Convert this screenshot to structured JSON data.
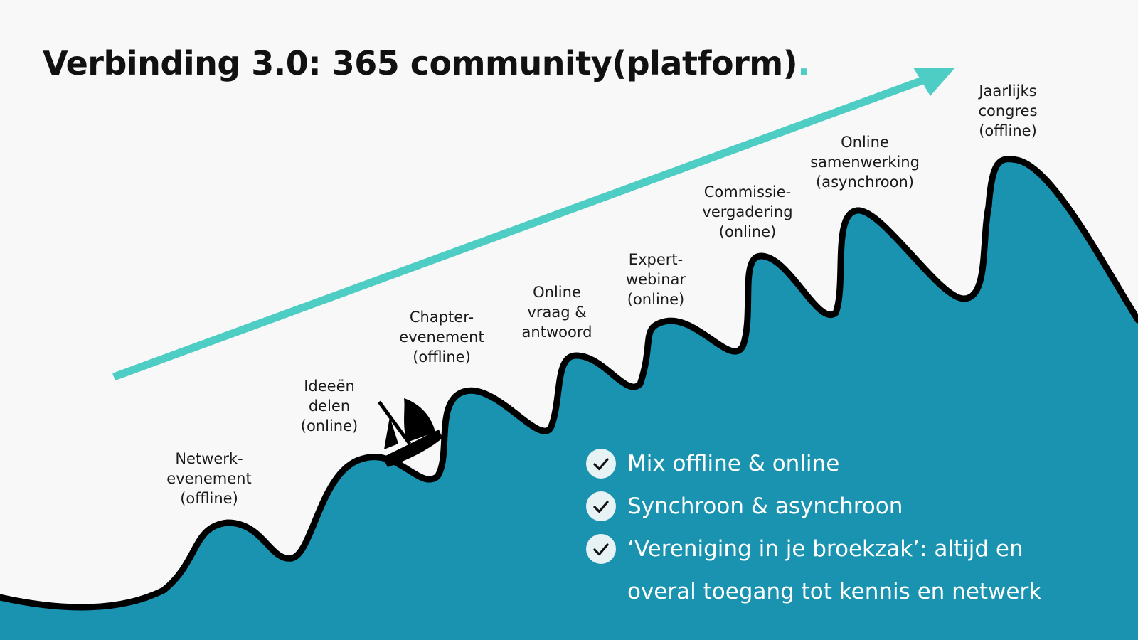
{
  "slide": {
    "title": "Verbinding 3.0: 365 community(platform)",
    "title_dot": ".",
    "accent_color": "#4ecdc4",
    "wave_fill_color": "#1a93b0",
    "wave_stroke_color": "#000000",
    "boat_icon": "sailboat-icon",
    "arrow_icon": "growth-arrow"
  },
  "steps": [
    {
      "lines": [
        "Netwerk-",
        "evenement",
        "(offline)"
      ]
    },
    {
      "lines": [
        "Ideeën",
        "delen",
        "(online)"
      ]
    },
    {
      "lines": [
        "Chapter-",
        "evenement",
        "(offline)"
      ]
    },
    {
      "lines": [
        "Online",
        "vraag &",
        "antwoord"
      ]
    },
    {
      "lines": [
        "Expert-",
        "webinar",
        "(online)"
      ]
    },
    {
      "lines": [
        "Commissie-",
        "vergadering",
        "(online)"
      ]
    },
    {
      "lines": [
        "Online",
        "samenwerking",
        "(asynchroon)"
      ]
    },
    {
      "lines": [
        "Jaarlijks",
        "congres",
        "(offline)"
      ]
    }
  ],
  "bullets": [
    {
      "text": "Mix offline & online",
      "icon": "check-circle-icon"
    },
    {
      "text": "Synchroon & asynchroon",
      "icon": "check-circle-icon"
    },
    {
      "text": "‘Vereniging in je broekzak’: altijd en overal toegang tot kennis en netwerk",
      "icon": "check-circle-icon"
    }
  ]
}
